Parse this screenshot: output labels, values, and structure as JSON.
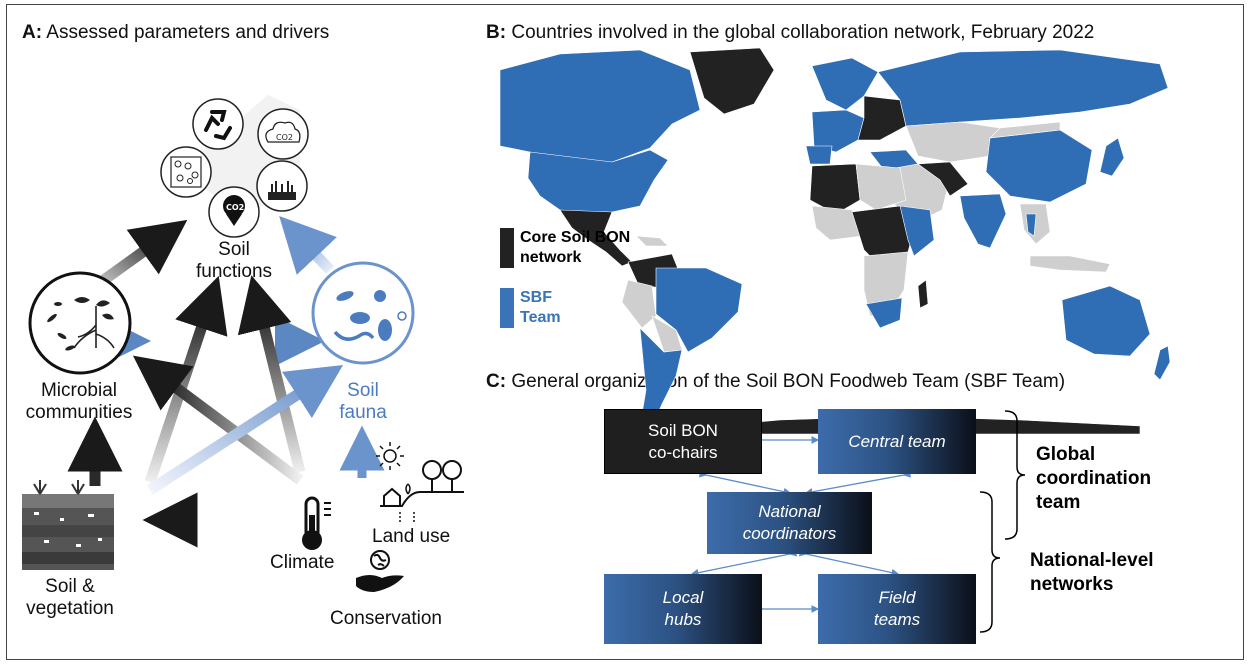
{
  "panelA": {
    "letter": "A:",
    "title": "Assessed parameters and drivers",
    "nodes": {
      "soil_functions": [
        "Soil",
        "functions"
      ],
      "microbial": [
        "Microbial",
        "communities"
      ],
      "soil_fauna": [
        "Soil",
        "fauna"
      ],
      "soil_veg": [
        "Soil &",
        "vegetation"
      ],
      "climate": "Climate",
      "land_use": "Land use",
      "conservation": "Conservation"
    },
    "icon_text": {
      "co2_top": "CO2",
      "co2_down": "CO2"
    },
    "colors": {
      "dark": "#2b2b2b",
      "blue": "#4b7cc0"
    }
  },
  "panelB": {
    "letter": "B:",
    "title": "Countries involved in the global collaboration network, February 2022",
    "legend": [
      {
        "label": [
          "Core Soil BON",
          "network"
        ],
        "color": "#222222"
      },
      {
        "label": [
          "SBF",
          "Team"
        ],
        "color": "#3a73b8"
      }
    ],
    "colors": {
      "ocean": "#ffffff",
      "other": "#cfcfcf",
      "core": "#222222",
      "sbf": "#2f6db5"
    }
  },
  "panelC": {
    "letter": "C:",
    "title": "General organization of the Soil BON Foodweb Team (SBF Team)",
    "boxes": {
      "cochairs": [
        "Soil BON",
        "co-chairs"
      ],
      "central": "Central team",
      "national": [
        "National",
        "coordinators"
      ],
      "local": [
        "Local",
        "hubs"
      ],
      "field": [
        "Field",
        "teams"
      ]
    },
    "brackets": {
      "global": [
        "Global",
        "coordination",
        "team"
      ],
      "national_level": [
        "National-level",
        "networks"
      ]
    },
    "colors": {
      "connector": "#5b8cc8"
    }
  }
}
